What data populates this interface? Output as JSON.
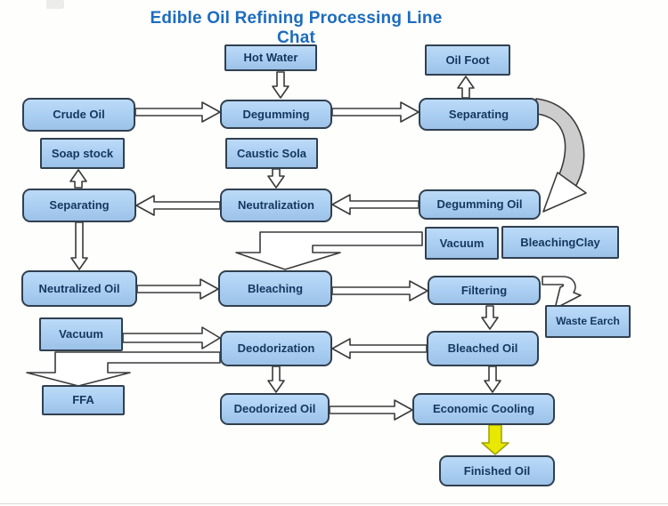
{
  "title": "Edible Oil Refining Processing Line Chat",
  "nodes": {
    "hot_water": "Hot Water",
    "oil_foot": "Oil Foot",
    "crude_oil": "Crude Oil",
    "degumming": "Degumming",
    "separating_top": "Separating",
    "soap_stock": "Soap stock",
    "caustic_sola": "Caustic Sola",
    "separating_mid": "Separating",
    "neutralization": "Neutralization",
    "degumming_oil": "Degumming Oil",
    "vacuum_right": "Vacuum",
    "bleaching_clay": "BleachingClay",
    "neutralized_oil": "Neutralized Oil",
    "bleaching": "Bleaching",
    "filtering": "Filtering",
    "waste_earch": "Waste Earch",
    "vacuum_left": "Vacuum",
    "deodorization": "Deodorization",
    "bleached_oil": "Bleached Oil",
    "ffa": "FFA",
    "deodorized_oil": "Deodorized Oil",
    "economic_cooling": "Economic Cooling",
    "finished_oil": "Finished Oil"
  },
  "colors": {
    "box_fill": "#a9cef1",
    "box_border": "#31404f",
    "box_text": "#15375f",
    "title": "#1c6cbe",
    "arrow_fill": "#ffffff",
    "arrow_stroke": "#3a3a3a",
    "curve_arrow_fill": "#cdcdcd",
    "highlight_arrow": "#e8e800"
  },
  "edges": [
    {
      "from": "Hot Water",
      "to": "Degumming"
    },
    {
      "from": "Crude Oil",
      "to": "Degumming"
    },
    {
      "from": "Degumming",
      "to": "Separating"
    },
    {
      "from": "Separating",
      "to": "Oil Foot"
    },
    {
      "from": "Separating",
      "to": "Degumming Oil"
    },
    {
      "from": "Caustic Sola",
      "to": "Neutralization"
    },
    {
      "from": "Degumming Oil",
      "to": "Neutralization"
    },
    {
      "from": "Neutralization",
      "to": "Separating"
    },
    {
      "from": "Separating",
      "to": "Soap stock"
    },
    {
      "from": "Separating",
      "to": "Neutralized Oil"
    },
    {
      "from": "Vacuum / BleachingClay",
      "to": "Bleaching"
    },
    {
      "from": "Neutralized Oil",
      "to": "Bleaching"
    },
    {
      "from": "Bleaching",
      "to": "Filtering"
    },
    {
      "from": "Filtering",
      "to": "Waste Earch"
    },
    {
      "from": "Filtering",
      "to": "Bleached Oil"
    },
    {
      "from": "Vacuum",
      "to": "Deodorization"
    },
    {
      "from": "Bleached Oil",
      "to": "Deodorization"
    },
    {
      "from": "Deodorization",
      "to": "FFA"
    },
    {
      "from": "Deodorization",
      "to": "Deodorized Oil"
    },
    {
      "from": "Bleached Oil",
      "to": "Economic Cooling"
    },
    {
      "from": "Deodorized Oil",
      "to": "Economic Cooling"
    },
    {
      "from": "Economic Cooling",
      "to": "Finished Oil"
    }
  ]
}
